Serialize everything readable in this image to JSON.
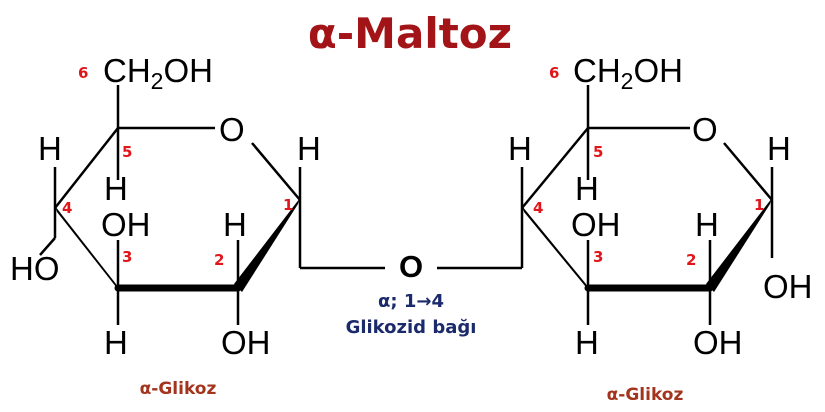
{
  "title": "α-Maltoz",
  "atoms": {
    "ch2": "CH",
    "sub2": "2",
    "oh_tail": "OH",
    "ring_o": "O",
    "h": "H",
    "oh": "OH",
    "ho": "HO",
    "bridge_o": "O"
  },
  "carbon_numbers": [
    "1",
    "2",
    "3",
    "4",
    "5",
    "6"
  ],
  "bond_label": {
    "line1_prefix": "α; 1",
    "arrow": "→",
    "line1_suffix": "4",
    "line2": "Glikozid bağı"
  },
  "units": {
    "left": "α-Glikoz",
    "right": "α-Glikoz"
  },
  "colors": {
    "title": "#a31418",
    "numbers": "#e0161b",
    "bond_label": "#1b2a6b",
    "units": "#a3341e",
    "bonds": "#000000"
  }
}
